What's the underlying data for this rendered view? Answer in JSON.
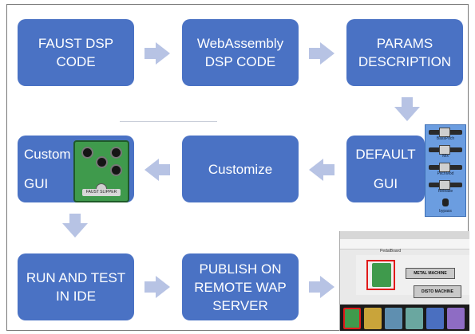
{
  "boxes": {
    "faust": [
      "FAUST DSP",
      "CODE"
    ],
    "wasm": [
      "WebAssembly",
      "DSP CODE"
    ],
    "params": [
      "PARAMS",
      "DESCRIPTION"
    ],
    "default_gui": [
      "DEFAULT",
      "GUI"
    ],
    "customize": "Customize",
    "custom_gui": [
      "Custom",
      "GUI"
    ],
    "run_test": [
      "RUN AND TEST",
      "IN IDE"
    ],
    "publish": [
      "PUBLISH ON",
      "REMOTE WAP",
      "SERVER"
    ]
  },
  "pedal": {
    "label": "FAUST SLIPPER"
  },
  "gui_panel": {
    "labels": [
      "BassPitch",
      "Mix",
      "PitchMod",
      "Release",
      "bypass"
    ]
  },
  "screenshot": {
    "title": "PedalBoard",
    "machines": [
      "METAL MACHINE",
      "DISTO MACHINE"
    ]
  },
  "colors": {
    "box": "#4a72c4",
    "arrow": "#b7c3e4",
    "text": "#ffffff"
  }
}
